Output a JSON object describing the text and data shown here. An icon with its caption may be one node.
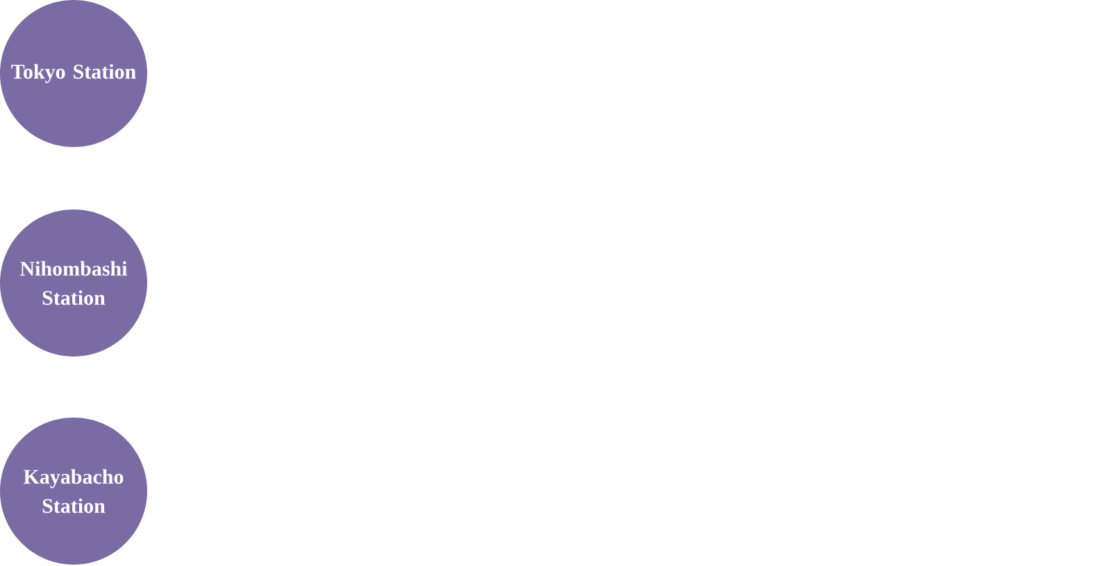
{
  "diagram": {
    "nodes": [
      {
        "text": [
          "Tokyo Station"
        ]
      },
      {
        "text": [
          "Nihombashi Station"
        ]
      },
      {
        "text": [
          "Kayabacho Station"
        ]
      }
    ]
  }
}
